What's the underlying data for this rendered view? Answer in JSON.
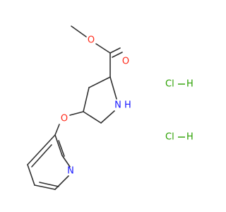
{
  "molecule": {
    "atoms": {
      "ester_o_methyl": {
        "label": "O",
        "color": "#ff2a1a"
      },
      "carbonyl_o": {
        "label": "O",
        "color": "#ff2a1a"
      },
      "ring_nh": {
        "label": "N H",
        "color": "#1a1aff"
      },
      "ether_o": {
        "label": "O",
        "color": "#ff2a1a"
      },
      "pyridine_n": {
        "label": "N",
        "color": "#1a1aff"
      }
    },
    "salts": [
      {
        "label": "Cl — H",
        "cl": "Cl",
        "h": "H",
        "color": "#2aa000"
      },
      {
        "label": "Cl — H",
        "cl": "Cl",
        "h": "H",
        "color": "#2aa000"
      }
    ],
    "bond_color": "#303030"
  }
}
